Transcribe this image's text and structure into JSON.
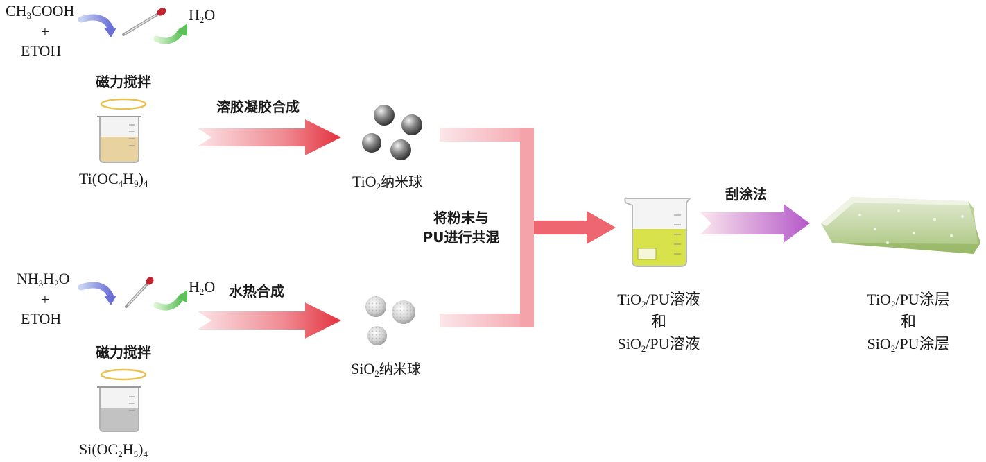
{
  "top": {
    "reagent1": "CH",
    "reagent1_sub": "3",
    "reagent1_rest": "COOH",
    "plus": "+",
    "reagent2": "ETOH",
    "water": "H",
    "water_sub": "2",
    "water_rest": "O",
    "stir": "磁力搅拌",
    "precursor": "Ti(OC",
    "precursor_sub1": "4",
    "precursor_mid": "H",
    "precursor_sub2": "9",
    "precursor_end": ")",
    "precursor_sub3": "4",
    "process": "溶胶凝胶合成",
    "product": "TiO",
    "product_sub": "2",
    "product_rest": "纳米球"
  },
  "bottom": {
    "reagent1": "NH",
    "reagent1_sub": "3",
    "reagent1_mid": "H",
    "reagent1_sub2": "2",
    "reagent1_rest": "O",
    "plus": "+",
    "reagent2": "ETOH",
    "water": "H",
    "water_sub": "2",
    "water_rest": "O",
    "stir": "磁力搅拌",
    "precursor": "Si(OC",
    "precursor_sub1": "2",
    "precursor_mid": "H",
    "precursor_sub2": "5",
    "precursor_end": ")",
    "precursor_sub3": "4",
    "process": "水热合成",
    "product": "SiO",
    "product_sub": "2",
    "product_rest": "纳米球"
  },
  "merge": {
    "line1": "将粉末与",
    "line2": "PU进行共混"
  },
  "solution": {
    "a": "TiO",
    "a_sub": "2",
    "a_rest": "/PU溶液",
    "and": "和",
    "b": "SiO",
    "b_sub": "2",
    "b_rest": "/PU溶液"
  },
  "coating_step": "刮涂法",
  "coating": {
    "a": "TiO",
    "a_sub": "2",
    "a_rest": "/PU涂层",
    "and": "和",
    "b": "SiO",
    "b_sub": "2",
    "b_rest": "/PU涂层"
  },
  "colors": {
    "red_arrow": "#e8404a",
    "purple_arrow": "#b25cc8",
    "yellow_liquid": "#d8e24a",
    "coating_green": "#b7cf8f"
  }
}
